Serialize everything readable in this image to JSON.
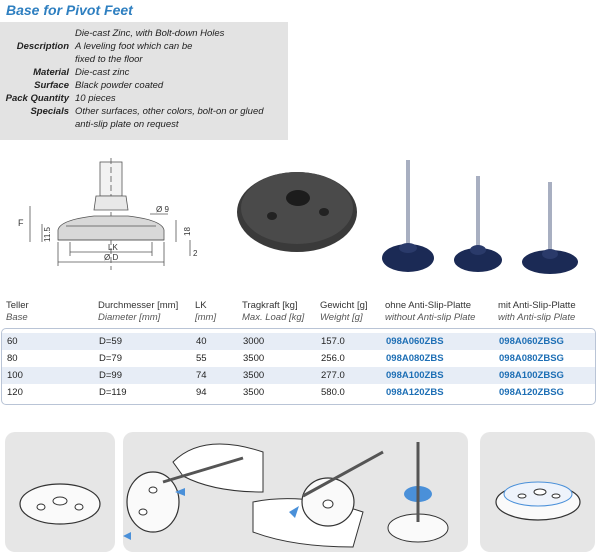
{
  "title": "Base for Pivot Feet",
  "specs": {
    "intro": "Die-cast Zinc, with Bolt-down Holes",
    "description_label": "Description",
    "description_line1": "A leveling foot which can be",
    "description_line2": "fixed to the floor",
    "material_label": "Material",
    "material_value": "Die-cast zinc",
    "surface_label": "Surface",
    "surface_value": "Black powder coated",
    "pack_label": "Pack Quantity",
    "pack_value": "10 pieces",
    "specials_label": "Specials",
    "specials_line1": "Other surfaces, other colors, bolt-on or glued",
    "specials_line2": "anti-slip plate on request"
  },
  "drawing": {
    "F": "F",
    "d9": "Ø 9",
    "dim11_5": "11.5",
    "dim18": "18",
    "dim2": "2",
    "LK": "LK",
    "OD": "Ø D"
  },
  "table": {
    "headers": [
      {
        "de": "Teller",
        "en": "Base"
      },
      {
        "de": "Durchmesser [mm]",
        "en": "Diameter [mm]"
      },
      {
        "de": "LK",
        "en": "[mm]"
      },
      {
        "de": "Tragkraft [kg]",
        "en": "Max. Load [kg]"
      },
      {
        "de": "Gewicht [g]",
        "en": "Weight [g]"
      },
      {
        "de": "ohne Anti-Slip-Platte",
        "en": "without Anti-slip Plate"
      },
      {
        "de": "mit Anti-Slip-Platte",
        "en": "with Anti-slip Plate"
      }
    ],
    "rows": [
      {
        "base": "60",
        "diameter": "D=59",
        "lk": "40",
        "load": "3000",
        "weight": "157.0",
        "without": "098A060ZBS",
        "with": "098A060ZBSG"
      },
      {
        "base": "80",
        "diameter": "D=79",
        "lk": "55",
        "load": "3500",
        "weight": "256.0",
        "without": "098A080ZBS",
        "with": "098A080ZBSG"
      },
      {
        "base": "100",
        "diameter": "D=99",
        "lk": "74",
        "load": "3500",
        "weight": "277.0",
        "without": "098A100ZBS",
        "with": "098A100ZBSG"
      },
      {
        "base": "120",
        "diameter": "D=119",
        "lk": "94",
        "load": "3500",
        "weight": "580.0",
        "without": "098A120ZBS",
        "with": "098A120ZBSG"
      }
    ]
  },
  "colors": {
    "accent": "#2e7fc0",
    "panel": "#e6e6e6",
    "row_stripe": "#e7edf6"
  }
}
